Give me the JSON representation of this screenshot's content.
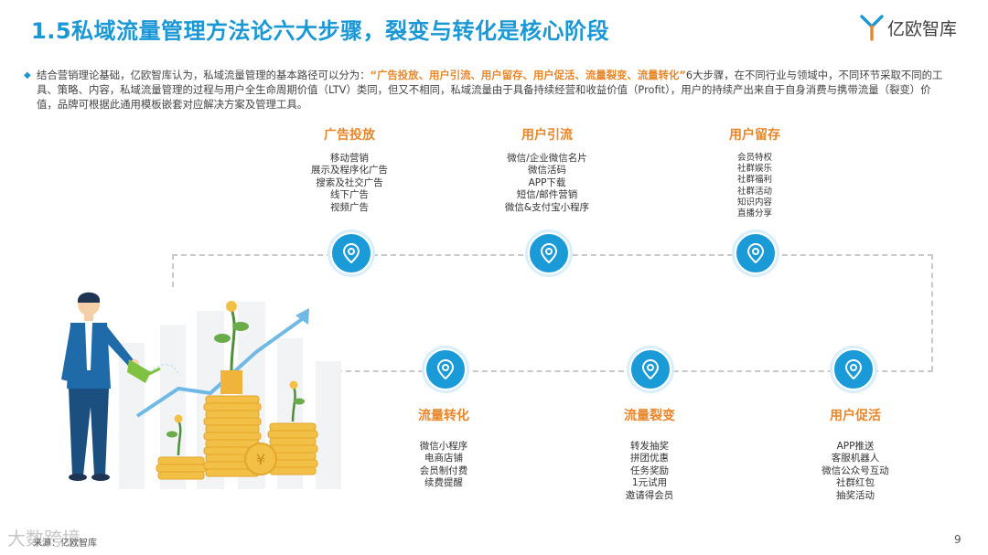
{
  "header": {
    "title": "1.5私域流量管理方法论六大步骤，裂变与转化是核心阶段",
    "logo_text": "亿欧智库"
  },
  "intro": {
    "part1": "结合营销理论基础，亿欧智库认为，私域流量管理的基本路径可以分为：",
    "highlight": "“广告投放、用户引流、用户留存、用户促活、流量裂变、流量转化”",
    "part2": "6大步骤，在不同行业与领域中，不同环节采取不同的工具、策略、内容，私域流量管理的过程与用户全生命周期价值（LTV）类同，但又不相同，私域流量由于具备持续经营和收益价值（Profit），用户的持续产出来自于自身消费与携带流量（裂变）价值，品牌可根据此通用模板嵌套对应解决方案及管理工具。"
  },
  "stages": {
    "ad": {
      "title": "广告投放",
      "items": [
        "移动营销",
        "展示及程序化广告",
        "搜索及社交广告",
        "线下广告",
        "视频广告"
      ]
    },
    "traffic": {
      "title": "用户引流",
      "items": [
        "微信/企业微信名片",
        "微信活码",
        "APP下载",
        "短信/邮件营销",
        "微信&支付宝小程序"
      ]
    },
    "retention": {
      "title": "用户留存",
      "items": [
        "会员特权",
        "社群娱乐",
        "社群福利",
        "社群活动",
        "知识内容",
        "直播分享"
      ]
    },
    "conversion": {
      "title": "流量转化",
      "items": [
        "微信小程序",
        "电商店铺",
        "会员制付费",
        "续费提醒"
      ]
    },
    "fission": {
      "title": "流量裂变",
      "items": [
        "转发抽奖",
        "拼团优惠",
        "任务奖励",
        "1元试用",
        "邀请得会员"
      ]
    },
    "activation": {
      "title": "用户促活",
      "items": [
        "APP推送",
        "客服机器人",
        "微信公众号互动",
        "社群红包",
        "抽奖活动"
      ]
    }
  },
  "footer": {
    "source": "来源：亿欧智库",
    "watermark": "大数跨境",
    "page": "9"
  },
  "colors": {
    "accent_blue": "#1b9ad8",
    "accent_orange": "#e8862a",
    "title_blue": "#1a98d5"
  },
  "icons": {
    "stage_marker": "location-pin-icon"
  }
}
